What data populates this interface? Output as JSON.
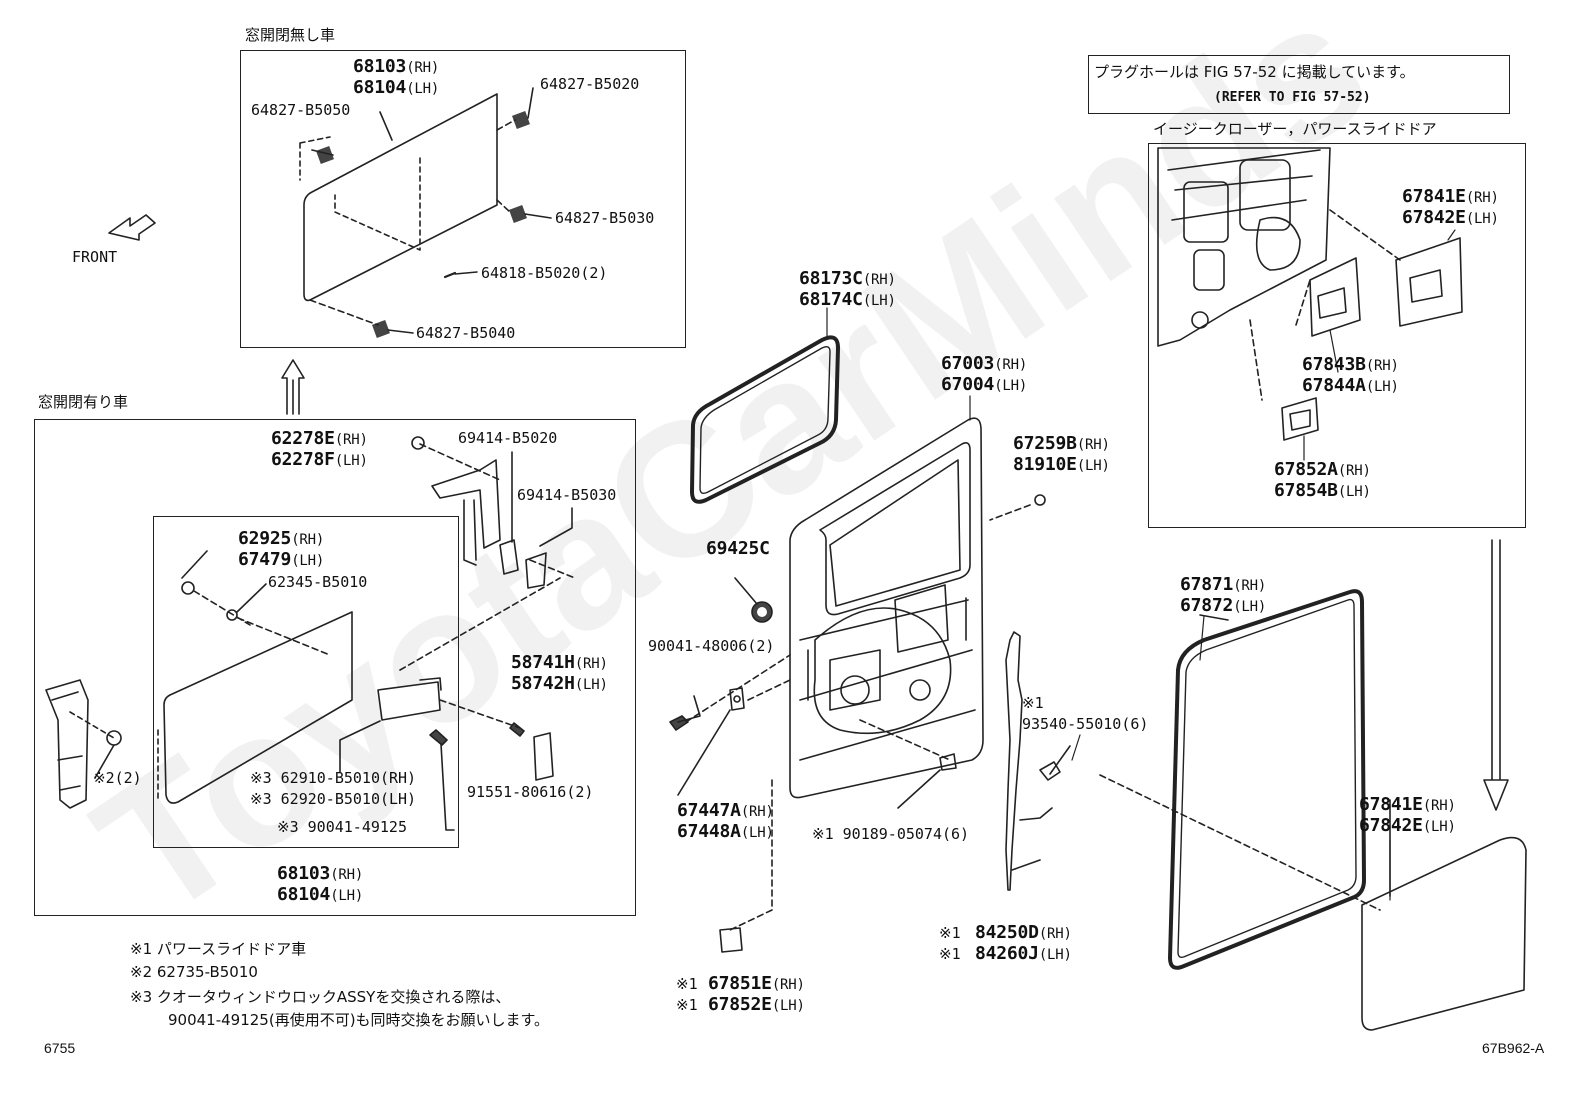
{
  "watermark": "ToyotaCarMinds",
  "headings": {
    "no_window_open": "窓開閉無し車",
    "window_open": "窓開閉有り車",
    "easy_closer": "イージークローザー，パワースライドドア",
    "front": "FRONT"
  },
  "refer_box": {
    "line1": "プラグホールは FIG 57-52 に掲載しています。",
    "line2": "(REFER TO FIG 57-52)"
  },
  "callouts": {
    "c68103_top": "68103",
    "c68104_top": "68104",
    "p64827_b5050": "64827-B5050",
    "p64827_b5020": "64827-B5020",
    "p64827_b5030": "64827-B5030",
    "p64818_b5020": "64818-B5020(2)",
    "p64827_b5040": "64827-B5040",
    "c68173c": "68173C",
    "c68174c": "68174C",
    "c67003": "67003",
    "c67004": "67004",
    "c67259b": "67259B",
    "c81910e": "81910E",
    "c62278e": "62278E",
    "c62278f": "62278F",
    "p69414_b5020": "69414-B5020",
    "p69414_b5030": "69414-B5030",
    "c62925": "62925",
    "c67479": "67479",
    "p62345_b5010": "62345-B5010",
    "c69425c": "69425C",
    "p90041_48006": "90041-48006(2)",
    "c58741h": "58741H",
    "c58742h": "58742H",
    "c67447a": "67447A",
    "c67448a": "67448A",
    "mark2": "※2(2)",
    "p62910_b5010": "※3 62910-B5010(RH)",
    "p62920_b5010": "※3 62920-B5010(LH)",
    "p90041_49125": "※3 90041-49125",
    "p91551_80616": "91551-80616(2)",
    "c68103_bot": "68103",
    "c68104_bot": "68104",
    "mark1_93540": "※1",
    "p93540_55010": "93540-55010(6)",
    "p90189_05074": "※1 90189-05074(6)",
    "c84250d": "84250D",
    "c84260j": "84260J",
    "mark1_84250": "※1",
    "mark1_84260": "※1",
    "c67851e": "67851E",
    "c67852e": "67852E",
    "mark1_67851": "※1",
    "mark1_67852": "※1",
    "c67841e_top": "67841E",
    "c67842e_top": "67842E",
    "c67843b": "67843B",
    "c67844a": "67844A",
    "c67852a": "67852A",
    "c67854b": "67854B",
    "c67871": "67871",
    "c67872": "67872",
    "c67841e_bot": "67841E",
    "c67842e_bot": "67842E"
  },
  "suffix": {
    "rh": "(RH)",
    "lh": "(LH)"
  },
  "notes": {
    "n1": "※1  パワースライドドア車",
    "n2": "※2  62735-B5010",
    "n3a": "※3  クオータウィンドウロックASSYを交換される際は、",
    "n3b": "90041-49125(再使用不可)も同時交換をお願いします。"
  },
  "footer": {
    "left": "6755",
    "right": "67B962-A"
  }
}
